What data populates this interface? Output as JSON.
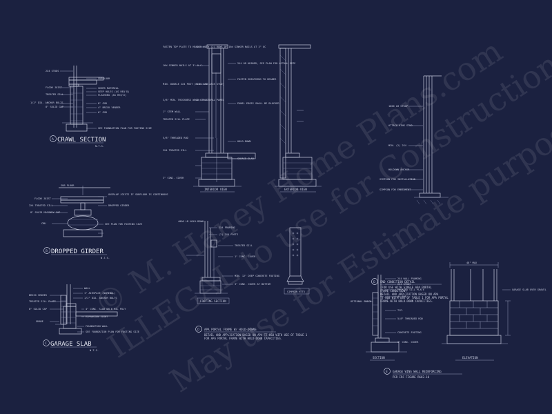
{
  "details": {
    "crawl": {
      "title": "CRAWL SECTION",
      "marker": "A",
      "scale": "N.T.S.",
      "notes": [
        "2X4 STUDS",
        "SUBFLOOR",
        "FLOOR JOIST",
        "SHIMS MATERIAL",
        "TREATED SILL",
        "SEEP HOLES (AS REQ'D)",
        "FLASHING (AS REQ'D)",
        "1/2\" DIA. ANCHOR BOLTS",
        "8\" SOLID CAP",
        "8\" CMU",
        "4\" BRICK VENEER",
        "6\" CMU",
        "SEE FOUNDATION PLAN FOR FOOTING SIZE"
      ]
    },
    "girder": {
      "title": "DROPPED GIRDER",
      "marker": "B",
      "scale": "N.T.S.",
      "notes": [
        "SUB FLOOR",
        "OVERLAP JOISTS IF SUBFLOOR IS CONTINUOUS",
        "FLOOR JOIST",
        "DROPPED GIRDER",
        "2X4 TREATED SILL",
        "8\" SOLID MASONRY CAP",
        "SEE PLAN FOR FOOTING SIZE",
        "CMU"
      ]
    },
    "garage": {
      "title": "GARAGE SLAB",
      "marker": "C",
      "scale": "N.T.S.",
      "notes": [
        "WALL",
        "BRICK VENEER",
        "1\" AIRSPACE (NOMINAL)",
        "TREATED SILL PLATE",
        "1/2\" DIA. ANCHOR BOLTS",
        "8\" SOLID CAP",
        "4\" CONC. SLAB ON 6 MIL POLY",
        "EXPANSION JOINT",
        "GRADE",
        "FOUNDATION WALL",
        "SEE FOUNDATION PLAN FOR FOOTING SIZE"
      ]
    },
    "portal": {
      "labels": [
        "INTERIOR VIEW",
        "EXTERIOR VIEW"
      ],
      "notes": [
        "FASTEN TOP PLATE TO HEADER WITH (2) ROWS OF 16d SINKER NAILS AT 3\" OC",
        "2X4 OR HEADER, SEE PLAN FOR ACTUAL SIZE",
        "FASTEN SHEATHING TO HEADER",
        "16d SINKER NAILS AT 3\" O.C.",
        "MIN. DOUBLE 2X4 POST (KING AND JACK STUD)",
        "PANEL EDGES SHALL BE BLOCKED",
        "3/8\" MIN. THICKNESS WOOD STRUCTURAL PANEL",
        "TREATED SILL PLATE",
        "HOLD-DOWN",
        "1\" STEM WALL",
        "3\" CONC. COVER",
        "5/8\" THREADED ROD",
        "2X4 TREATED SILL",
        "GARAGE SLAB"
      ]
    },
    "end_condition": {
      "marker": "D",
      "title": "END CONDITION DETAIL",
      "subtitle": [
        "(FOR USE WITH SINGLE APA PORTAL",
        "FRAME CONDITION)",
        "DETAIL AND APPLICATION BASED ON APA",
        "TT-068 WITH USE OF TABLE 1 FOR APA PORTAL",
        "FRAME WITH HOLD-DOWN CAPACITIES."
      ],
      "notes": [
        "1000 LB STRAP",
        "ATTACH KING STUD",
        "MIN. (2) 2X4",
        "SIMPSON FOR INSTALLATION",
        "HOLDOWN ANCHOR",
        "SIMPSON FOR EMBEDMENT"
      ]
    },
    "apa_frame": {
      "marker": "D",
      "title": "APA PORTAL FRAME W/ HOLD-DOWNS",
      "subtitle": [
        "DETAIL AND APPLICATION BASED ON APA TT-068 WITH USE OF TABLE 1",
        "FOR APA PORTAL FRAME WITH HOLD-DOWN CAPACITIES."
      ],
      "labels": [
        "FOOTING SECTION",
        "SIMPSON HTT5"
      ],
      "notes": [
        "4000 LB HOLD-DOWN",
        "2X4 FRAMING",
        "(2) 2X4 POSTS",
        "TREATED SILL",
        "1\" CONC. COVER",
        "3\" CONC. COVER AT BOTTOM",
        "MIN. 12\" DEEP CONCRETE FOOTING"
      ]
    },
    "garage_wall": {
      "marker": "E",
      "title": "GARAGE WING WALL REINFORCING",
      "subtitle": "PER IRC FIGURE R602.10",
      "labels": [
        "SECTION",
        "ELEVATION"
      ],
      "dim": "48\" MAX",
      "notes": [
        "2X4 WALL FRAMING",
        "TREATED SILL PLATE",
        "OPTIONAL BRICK",
        "2X4 STUDS",
        "5/8\" THREADED ROD",
        "#4 BAR",
        "CONCRETE FOOTING",
        "3\" CONC. COVER",
        "GARAGE SLAB OVER GRAVEL",
        "TYP."
      ]
    }
  },
  "watermark": {
    "lines": [
      "© M. Haney Home Plans.com",
      "ILLEGAL to use for Construction",
      "May use for Estimate purposes"
    ]
  }
}
